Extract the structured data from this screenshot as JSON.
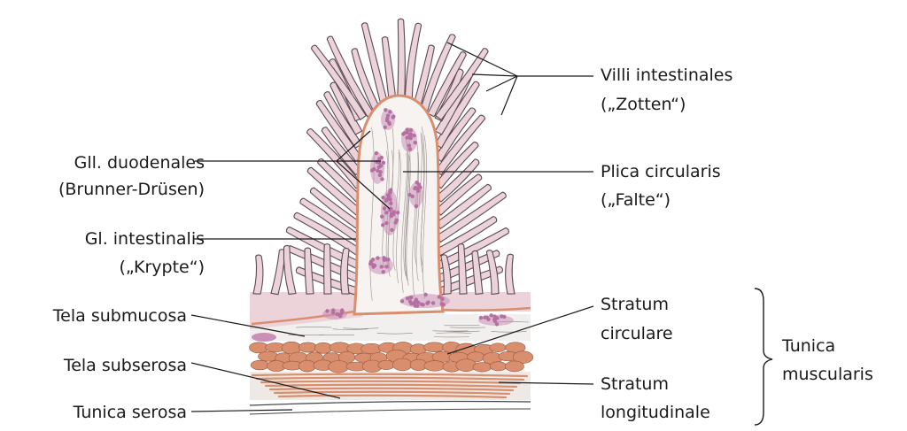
{
  "labels": {
    "villi_1": "Villi intestinales",
    "villi_2": "(„Zotten“)",
    "gll_1": "Gll. duodenales",
    "gll_2": "(Brunner-Drüsen)",
    "plica_1": "Plica circularis",
    "plica_2": "(„Falte“)",
    "gl_1": "Gl. intestinalis",
    "gl_2": "(„Krypte“)",
    "submucosa": "Tela submucosa",
    "subserosa": "Tela subserosa",
    "serosa": "Tunica serosa",
    "circ_1": "Stratum",
    "circ_2": "circulare",
    "long_1": "Stratum",
    "long_2": "longitudinale",
    "tm_1": "Tunica",
    "tm_2": "muscularis"
  },
  "colors": {
    "mucosa_fill": "#ecd3da",
    "mucosa_outline": "#5a4a55",
    "lamina_propria": "#f6f3f1",
    "muscularis_mucosae": "#d98e6e",
    "gland": "#c98fb6",
    "gland_dot": "#b56fa0",
    "submucosa": "#f2f0ee",
    "muscle": "#d98e6e",
    "muscle_outline": "#9a5a40",
    "line": "#1a1a1a"
  }
}
